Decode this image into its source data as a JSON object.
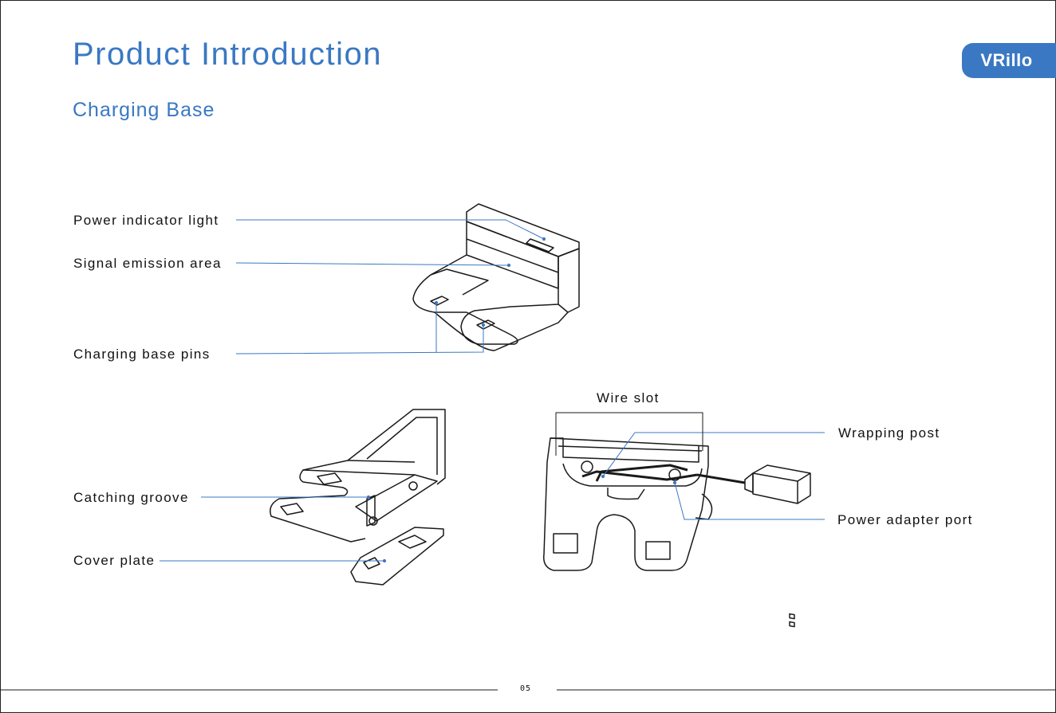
{
  "header": {
    "title": "Product Introduction",
    "subtitle": "Charging Base",
    "brand": "VRillo"
  },
  "labels": {
    "power_indicator_light": "Power indicator light",
    "signal_emission_area": "Signal emission area",
    "charging_base_pins": "Charging base pins",
    "wire_slot": "Wire slot",
    "wrapping_post": "Wrapping post",
    "catching_groove": "Catching groove",
    "power_adapter_port": "Power adapter port",
    "cover_plate": "Cover plate"
  },
  "footer": {
    "page_number": "05"
  },
  "colors": {
    "accent": "#3a78c3",
    "leader_line": "#3a78c3",
    "outline": "#1a1a1a"
  }
}
